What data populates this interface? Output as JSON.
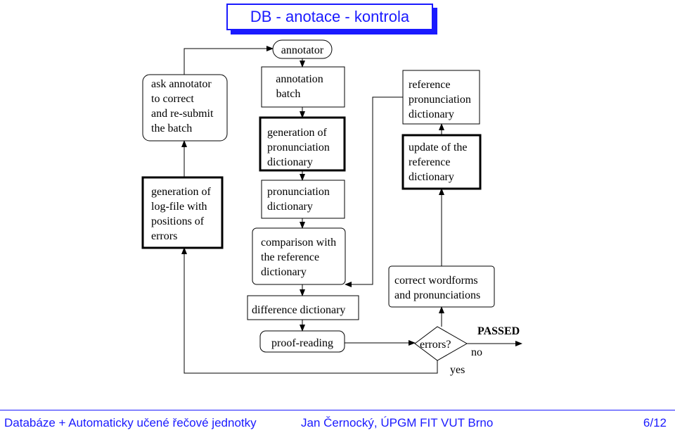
{
  "header": {
    "title": "DB - anotace - kontrola"
  },
  "nodes": {
    "annotator": "annotator",
    "batch": [
      "annotation",
      "batch"
    ],
    "gen_pron": [
      "generation of",
      "pronunciation",
      "dictionary"
    ],
    "pron_dict": [
      "pronunciation",
      "dictionary"
    ],
    "comparison": [
      "comparison with",
      "the reference",
      "dictionary"
    ],
    "difference": "difference dictionary",
    "proof": "proof-reading",
    "ask": [
      "ask annotator",
      "to correct",
      "and re-submit",
      "the batch"
    ],
    "logfile": [
      "generation of",
      "log-file with",
      "positions of",
      "errors"
    ],
    "ref_dict": [
      "reference",
      "pronunciation",
      "dictionary"
    ],
    "update": [
      "update of the",
      "reference",
      "dictionary"
    ],
    "correct": [
      "correct wordforms",
      "and pronunciations"
    ],
    "errors": "errors?",
    "passed": "PASSED",
    "no": "no",
    "yes": "yes"
  },
  "footer": {
    "left": "Databáze + Automaticky učené řečové jednotky",
    "middle": "Jan Černocký, ÚPGM FIT VUT Brno",
    "right": "6/12"
  },
  "colors": {
    "accent": "#1a1aff",
    "line": "#000000"
  }
}
